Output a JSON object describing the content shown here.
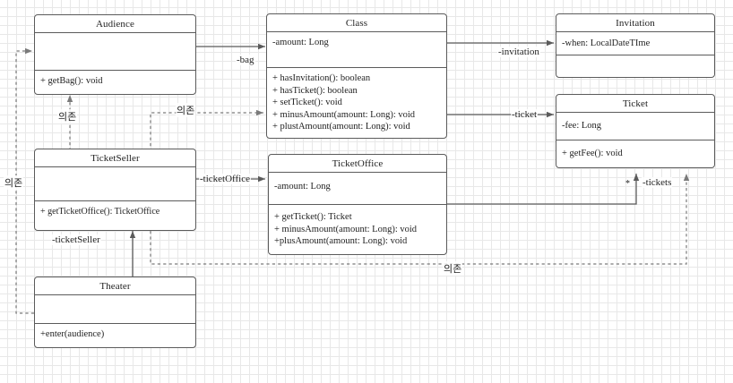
{
  "diagram": {
    "type": "uml-class-diagram",
    "classes": [
      {
        "id": "audience",
        "name": "Audience",
        "attributes": [],
        "operations": [
          "+ getBag(): void"
        ]
      },
      {
        "id": "class",
        "name": "Class",
        "attributes": [
          "-amount: Long"
        ],
        "operations": [
          "+ hasInvitation(): boolean",
          "+ hasTicket(): boolean",
          "+ setTicket(): void",
          "+ minusAmount(amount: Long): void",
          "+ plustAmount(amount: Long): void"
        ]
      },
      {
        "id": "invitation",
        "name": "Invitation",
        "attributes": [
          "-when: LocalDateTIme"
        ],
        "operations": []
      },
      {
        "id": "ticket",
        "name": "Ticket",
        "attributes": [
          "-fee: Long"
        ],
        "operations": [
          "+ getFee(): void"
        ]
      },
      {
        "id": "ticketseller",
        "name": "TicketSeller",
        "attributes": [],
        "operations": [
          "+ getTicketOffice(): TicketOffice"
        ]
      },
      {
        "id": "ticketoffice",
        "name": "TicketOffice",
        "attributes": [
          "-amount: Long"
        ],
        "operations": [
          "+ getTicket(): Ticket",
          "+ minusAmount(amount: Long): void",
          "+plusAmount(amount: Long): void"
        ]
      },
      {
        "id": "theater",
        "name": "Theater",
        "attributes": [],
        "operations": [
          "+enter(audience)"
        ]
      }
    ],
    "edge_labels": {
      "bag": "-bag",
      "invitation": "-invitation",
      "ticket": "-ticket",
      "ticket_office": "-ticketOffice",
      "ticket_seller": "-ticketSeller",
      "tickets": "-tickets",
      "tickets_multiplicity": "*",
      "dependency_top": "의존",
      "dependency_left": "의존",
      "dependency_mid": "의존",
      "dependency_bottom": "의존"
    },
    "colors": {
      "stroke": "#5b5b5b",
      "dashed_stroke": "#7a7a7a",
      "text": "#1f1f1f",
      "background": "#ffffff",
      "grid_minor": "#e8e8e8",
      "grid_major": "#d0d0d0"
    }
  }
}
